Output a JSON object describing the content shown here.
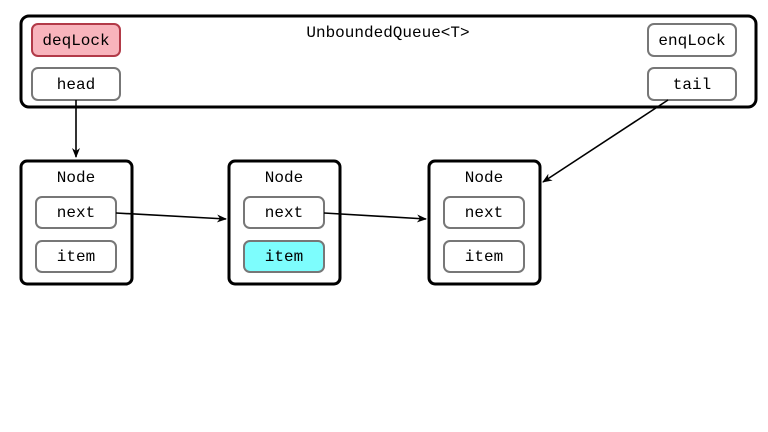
{
  "queue": {
    "title": "UnboundedQueue<T>",
    "fields": {
      "deq_lock": "deqLock",
      "enq_lock": "enqLock",
      "head": "head",
      "tail": "tail"
    }
  },
  "nodes": [
    {
      "title": "Node",
      "next": "next",
      "item": "item",
      "item_highlighted": false
    },
    {
      "title": "Node",
      "next": "next",
      "item": "item",
      "item_highlighted": true
    },
    {
      "title": "Node",
      "next": "next",
      "item": "item",
      "item_highlighted": false
    }
  ],
  "colors": {
    "deq_lock_fill": "#f8b4bc",
    "deq_lock_stroke": "#b23a48",
    "highlight_item_fill": "#7dfdfd",
    "field_stroke": "#777777",
    "box_stroke": "#000000"
  }
}
